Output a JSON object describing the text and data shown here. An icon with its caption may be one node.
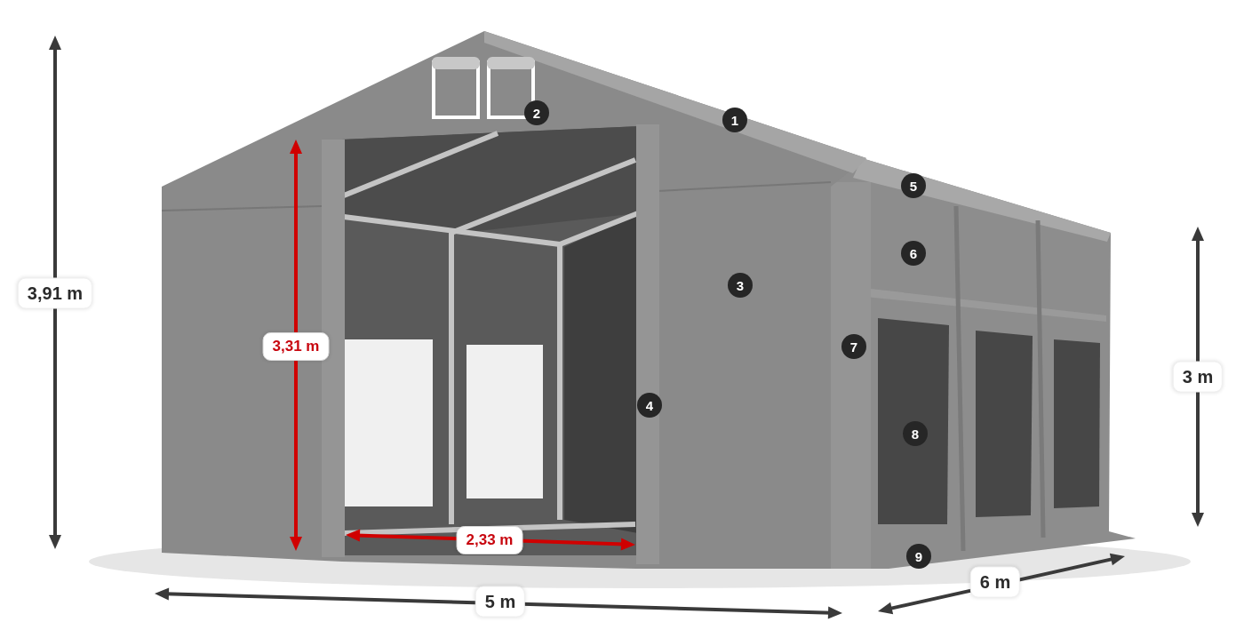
{
  "diagram": {
    "labels": [
      "2",
      "1",
      "5",
      "6",
      "3",
      "3,91 m",
      "3,31 m",
      "7",
      "3 m",
      "4",
      "8",
      "2,33 m",
      "9",
      "6 m",
      "5 m"
    ]
  }
}
